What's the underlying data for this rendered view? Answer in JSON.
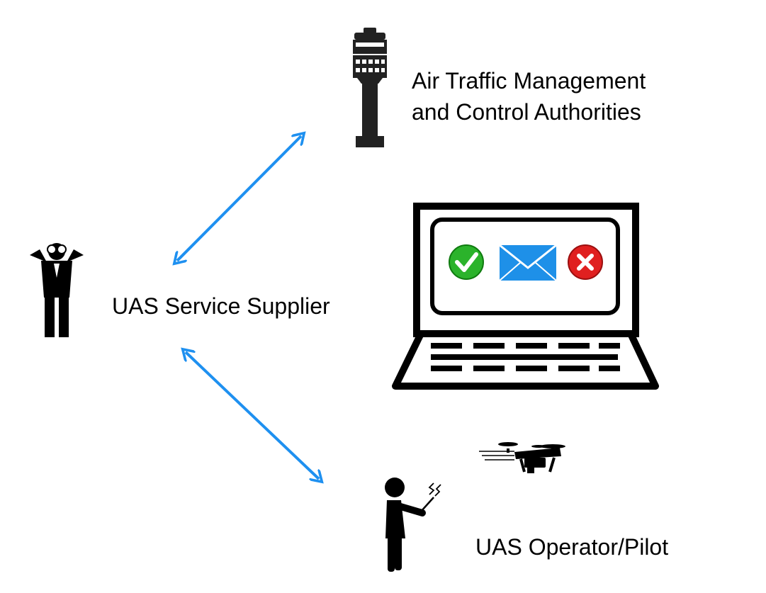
{
  "labels": {
    "atm_line1": "Air Traffic Management",
    "atm_line2": "and Control Authorities",
    "service_supplier": "UAS Service Supplier",
    "operator": "UAS Operator/Pilot"
  },
  "icons": {
    "tower": "control-tower-icon",
    "supplier": "person-binoculars-icon",
    "laptop": "laptop-icon",
    "approve": "check-icon",
    "message": "envelope-icon",
    "reject": "x-icon",
    "drone": "drone-icon",
    "pilot": "pilot-icon"
  },
  "colors": {
    "arrow": "#1E90F0",
    "check": "#2BB32B",
    "envelope": "#1E90E8",
    "reject": "#E02020",
    "ink": "#000000"
  }
}
